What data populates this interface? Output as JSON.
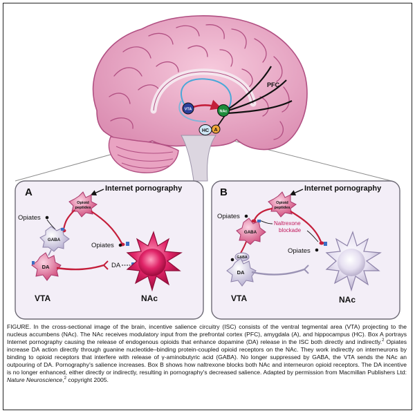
{
  "brain": {
    "labels": {
      "pfc": "PFC",
      "vta": "VTA",
      "nac": "NAc",
      "hc": "HC",
      "a": "A"
    }
  },
  "panel_a": {
    "letter": "A",
    "stimulus": "Internet pornography",
    "opioid_peptides": [
      "Opioid",
      "peptides"
    ],
    "opiates_upper": "Opiates",
    "opiates_lower": "Opiates",
    "gaba": "GABA",
    "da_neuron": "DA",
    "da_release": "DA",
    "vta": "VTA",
    "nac": "NAc"
  },
  "panel_b": {
    "letter": "B",
    "stimulus": "Internet pornography",
    "opioid_peptides": [
      "Opioid",
      "peptides"
    ],
    "opiates_upper": "Opiates",
    "opiates_lower": "Opiates",
    "blockade": [
      "Naltrexone",
      "blockade"
    ],
    "gaba_upper": "GABA",
    "gaba_lower": "GABA",
    "da_neuron": "DA",
    "vta": "VTA",
    "nac": "NAc"
  },
  "caption": {
    "p1": "FIGURE. In the cross-sectional image of the brain, incentive salience circuitry (ISC) consists of the ventral tegmental area (VTA) projecting to the nucleus accumbens (NAc). The NAc receives modulatory input from the prefrontal cortex (PFC), amygdala (A), and hippocampus (HC). Box A portrays Internet pornography causing the release of endogenous opioids that enhance dopamine (DA) release in the ISC both directly and indirectly.",
    "sup1": "2",
    "p2": " Opiates increase DA action directly through guanine nucleotide–binding protein-coupled opioid receptors on the NAc. They work indirectly on interneurons by binding to opioid receptors that interfere with release of γ-aminobutyric acid (GABA). No longer suppressed by GABA, the VTA sends the NAc an outpouring of DA. Pornography's salience increases. Box B shows how naltrexone blocks both NAc and interneuron opioid receptors. The DA incentive is no longer enhanced, either directly or indirectly, resulting in pornography's decreased salience. Adapted by permission from Macmillan Publishers Ltd: ",
    "journal": "Nature Neuroscience",
    "sup2": "2",
    "p3": " copyright 2005."
  },
  "colors": {
    "brain_pink": "#eaa8c4",
    "brain_outline": "#b14f82",
    "cerebellum": "#e9a3c2",
    "stem": "#d9d3dd",
    "pathway_red": "#c41e3a",
    "pathway_blue": "#2b3f9a",
    "pathway_black": "#111111",
    "panel_bg": "#f3eef7",
    "panel_border": "#6d6a75",
    "nac_a": "#d81b5a",
    "nac_b": "#e4def0",
    "blockade_text": "#c2185b"
  }
}
